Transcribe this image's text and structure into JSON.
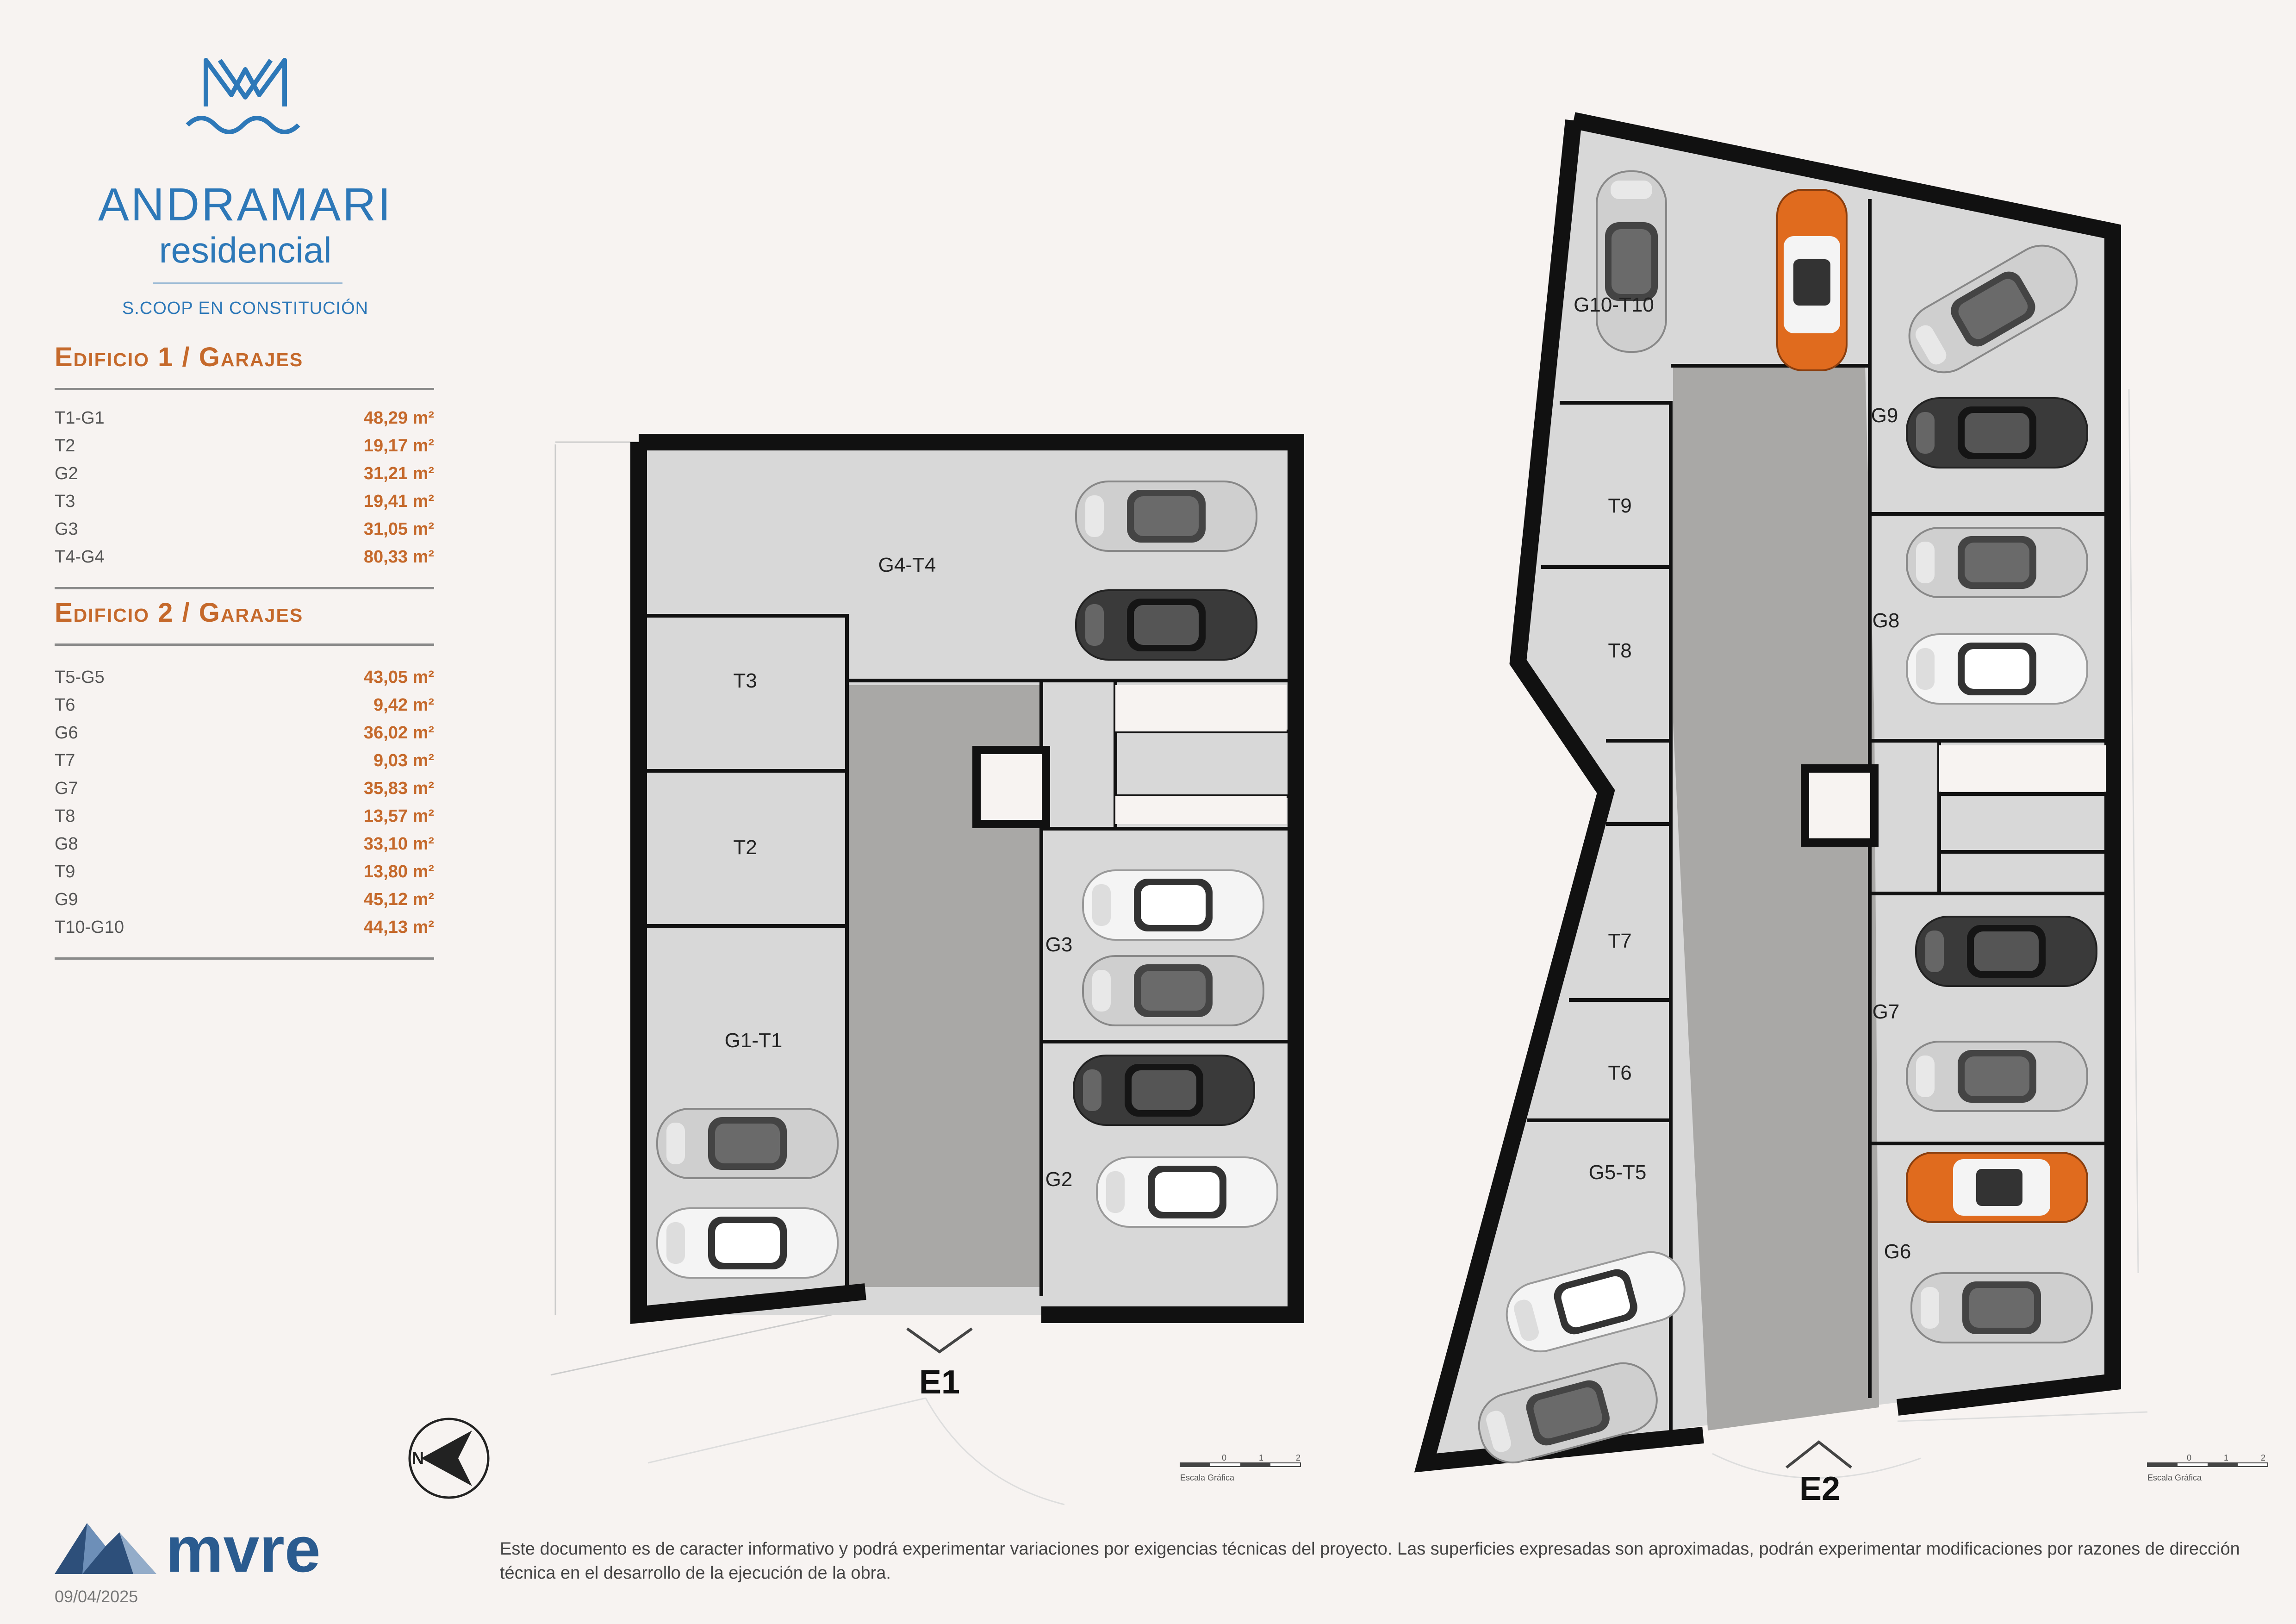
{
  "brand": {
    "name": "ANDRAMARI",
    "subtitle": "residencial",
    "coop": "S.COOP EN CONSTITUCIÓN"
  },
  "edificio1": {
    "title": "Edificio 1 / Garajes",
    "rows": [
      {
        "label": "T1-G1",
        "value": "48,29 m²"
      },
      {
        "label": "T2",
        "value": "19,17 m²"
      },
      {
        "label": "G2",
        "value": "31,21 m²"
      },
      {
        "label": "T3",
        "value": "19,41 m²"
      },
      {
        "label": "G3",
        "value": "31,05 m²"
      },
      {
        "label": "T4-G4",
        "value": "80,33 m²"
      }
    ]
  },
  "edificio2": {
    "title": "Edificio 2 / Garajes",
    "rows": [
      {
        "label": "T5-G5",
        "value": "43,05 m²"
      },
      {
        "label": "T6",
        "value": "9,42 m²"
      },
      {
        "label": "G6",
        "value": "36,02 m²"
      },
      {
        "label": "T7",
        "value": "9,03 m²"
      },
      {
        "label": "G7",
        "value": "35,83 m²"
      },
      {
        "label": "T8",
        "value": "13,57 m²"
      },
      {
        "label": "G8",
        "value": "33,10 m²"
      },
      {
        "label": "T9",
        "value": "13,80 m²"
      },
      {
        "label": "G9",
        "value": "45,12 m²"
      },
      {
        "label": "T10-G10",
        "value": "44,13 m²"
      }
    ]
  },
  "plan1": {
    "entry": "E1",
    "rooms": {
      "g4t4": "G4-T4",
      "t3": "T3",
      "t2": "T2",
      "g1t1": "G1-T1",
      "g3": "G3",
      "g2": "G2"
    }
  },
  "plan2": {
    "entry": "E2",
    "rooms": {
      "g10t10": "G10-T10",
      "g9": "G9",
      "t9": "T9",
      "t8": "T8",
      "g8": "G8",
      "t7": "T7",
      "g7": "G7",
      "t6": "T6",
      "g5t5": "G5-T5",
      "g6": "G6"
    }
  },
  "scale": {
    "ticks": [
      "0",
      "1",
      "2"
    ],
    "label": "Escala Gráfica"
  },
  "footer": {
    "company": "mvre",
    "date": "09/04/2025",
    "disclaimer": "Este documento es de caracter informativo y podrá experimentar variaciones por exigencias técnicas del proyecto. Las superficies expresadas son aproximadas, podrán experimentar modificaciones por razones de dirección técnica en el desarrollo de la ejecución de la obra."
  },
  "colors": {
    "accent": "#c5692b",
    "brand": "#2d78b8",
    "wall": "#111111",
    "floor": "#d6d6d6",
    "aisle": "#a9a8a6"
  }
}
